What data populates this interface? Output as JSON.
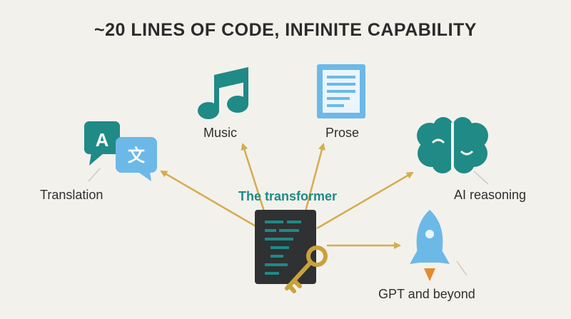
{
  "title": "~20 LINES OF CODE, INFINITE CAPABILITY",
  "center": {
    "label": "The transformer"
  },
  "outputs": {
    "translation": "Translation",
    "music": "Music",
    "prose": "Prose",
    "ai_reasoning": "AI reasoning",
    "gpt": "GPT and beyond"
  },
  "translation_glyphs": {
    "latin": "A",
    "cjk": "文"
  },
  "colors": {
    "teal": "#1f8a86",
    "light_blue": "#6cb9e8",
    "arrow_gold": "#d4ad4c",
    "code_bg": "#2f3133",
    "orange": "#e58a2c"
  }
}
